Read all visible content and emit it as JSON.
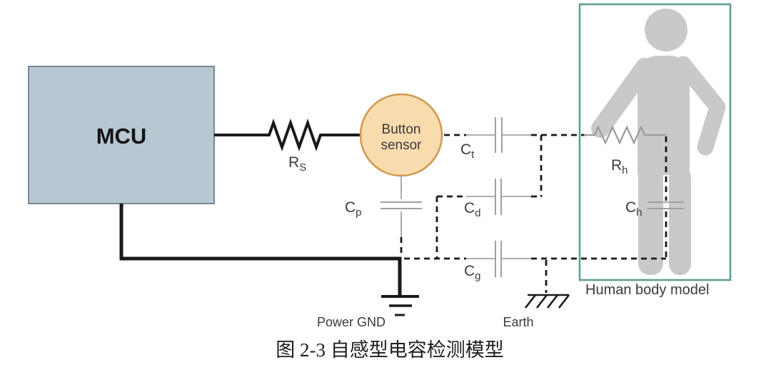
{
  "figure": {
    "caption": "图 2-3 自感型电容检测模型"
  },
  "mcu": {
    "label": "MCU"
  },
  "sensor": {
    "line1": "Button",
    "line2": "sensor"
  },
  "components": {
    "rs": {
      "main": "R",
      "sub": "S"
    },
    "rh": {
      "main": "R",
      "sub": "h"
    },
    "ct": {
      "main": "C",
      "sub": "t"
    },
    "cp": {
      "main": "C",
      "sub": "p"
    },
    "cd": {
      "main": "C",
      "sub": "d"
    },
    "cg": {
      "main": "C",
      "sub": "g"
    },
    "ch": {
      "main": "C",
      "sub": "h"
    }
  },
  "grounds": {
    "power": "Power GND",
    "earth": "Earth"
  },
  "human_body": {
    "label": "Human body model"
  },
  "colors": {
    "mcu_fill": "#b8c8d3",
    "mcu_stroke": "#5f7280",
    "sensor_fill": "#f8dcae",
    "sensor_stroke": "#d0984f",
    "hbm_border": "#5ca193",
    "silhouette": "#c9c9c9",
    "wire_black": "#1a1a1a",
    "component_gray": "#a3a3a3",
    "label_color": "#3d3d3d"
  }
}
